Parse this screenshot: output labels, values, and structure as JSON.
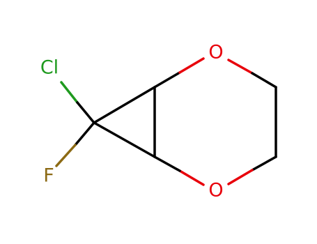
{
  "atoms": {
    "cl": {
      "label": "Cl",
      "color": "#1f9a1f"
    },
    "f": {
      "label": "F",
      "color": "#8c6a14"
    },
    "o1": {
      "label": "O",
      "color": "#e8000b"
    },
    "o2": {
      "label": "O",
      "color": "#e8000b"
    }
  },
  "colors": {
    "bond": "#000000",
    "halogen_cl": "#1f9a1f",
    "halogen_f": "#8c6a14",
    "oxygen": "#e8000b"
  }
}
